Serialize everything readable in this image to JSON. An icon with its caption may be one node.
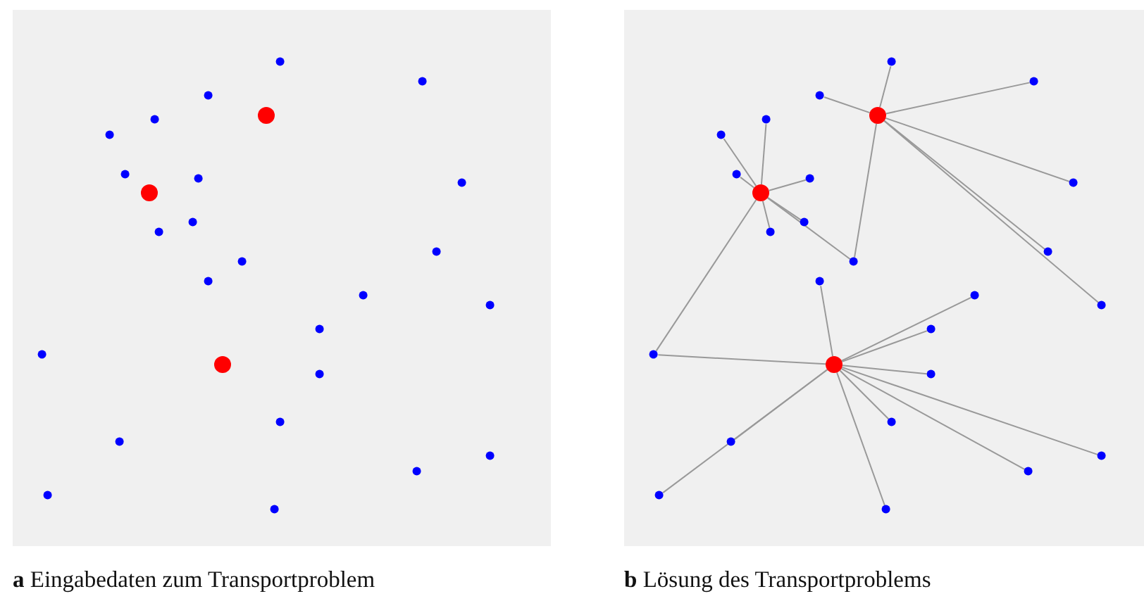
{
  "diagram": {
    "nodes": [
      {
        "text": [
          "**a** Eingabedaten zum Transportproblem"
        ]
      },
      {
        "text": [],
        "shape": "circle",
        "in": 0
      },
      {
        "text": [],
        "shape": "circle",
        "in": 0
      },
      {
        "text": [],
        "shape": "circle",
        "in": 0
      },
      {
        "text": [],
        "shape": "circle",
        "in": 0
      },
      {
        "text": [],
        "shape": "circle",
        "in": 0
      },
      {
        "text": [],
        "shape": "circle",
        "in": 0
      },
      {
        "text": [],
        "shape": "circle",
        "in": 0
      },
      {
        "text": [],
        "shape": "circle",
        "in": 0
      },
      {
        "text": [],
        "shape": "circle",
        "in": 0
      },
      {
        "text": [],
        "shape": "circle",
        "in": 0
      },
      {
        "text": [],
        "shape": "circle",
        "in": 0
      },
      {
        "text": [],
        "shape": "circle",
        "in": 0
      },
      {
        "text": [],
        "shape": "circle",
        "in": 0
      },
      {
        "text": [],
        "shape": "circle",
        "in": 0
      },
      {
        "text": [],
        "shape": "circle",
        "in": 0
      },
      {
        "text": [],
        "shape": "circle",
        "in": 0
      },
      {
        "text": [],
        "shape": "circle",
        "in": 0
      },
      {
        "text": [],
        "shape": "circle",
        "in": 0
      },
      {
        "text": [],
        "shape": "circle",
        "in": 0
      },
      {
        "text": [],
        "shape": "circle",
        "in": 0
      },
      {
        "text": [],
        "shape": "circle",
        "in": 0
      },
      {
        "text": [],
        "shape": "circle",
        "in": 0
      },
      {
        "text": [],
        "shape": "circle",
        "in": 0
      },
      {
        "text": [],
        "shape": "circle",
        "in": 0
      },
      {
        "text": [],
        "shape": "circle",
        "in": 0
      },
      {
        "text": [],
        "shape": "circle",
        "in": 0
      },
      {
        "text": [],
        "shape": "circle",
        "in": 0
      },
      {
        "text": [
          "**b** Lösung des Transportproblems"
        ]
      },
      {
        "text": [],
        "shape": "circle",
        "in": 28
      },
      {
        "text": [],
        "shape": "circle",
        "in": 28
      },
      {
        "text": [],
        "shape": "circle",
        "in": 28
      },
      {
        "text": [],
        "shape": "circle",
        "in": 28
      },
      {
        "text": [],
        "shape": "circle",
        "in": 28
      },
      {
        "text": [],
        "shape": "circle",
        "in": 28
      },
      {
        "text": [],
        "shape": "circle",
        "in": 28
      },
      {
        "text": [],
        "shape": "circle",
        "in": 28
      },
      {
        "text": [],
        "shape": "circle",
        "in": 28
      },
      {
        "text": [],
        "shape": "circle",
        "in": 28
      },
      {
        "text": [],
        "shape": "circle",
        "in": 28
      },
      {
        "text": [],
        "shape": "circle",
        "in": 28
      },
      {
        "text": [],
        "shape": "circle",
        "in": 28
      },
      {
        "text": [],
        "shape": "circle",
        "in": 28
      },
      {
        "text": [],
        "shape": "circle",
        "in": 28
      },
      {
        "text": [],
        "shape": "circle",
        "in": 28
      },
      {
        "text": [],
        "shape": "circle",
        "in": 28
      },
      {
        "text": [],
        "shape": "circle",
        "in": 28
      },
      {
        "text": [],
        "shape": "circle",
        "in": 28
      },
      {
        "text": [],
        "shape": "circle",
        "in": 28
      },
      {
        "text": [],
        "shape": "circle",
        "in": 28
      },
      {
        "text": [],
        "shape": "circle",
        "in": 28
      },
      {
        "text": [],
        "shape": "circle",
        "in": 28
      },
      {
        "text": [],
        "shape": "circle",
        "in": 28
      },
      {
        "text": [],
        "shape": "circle",
        "in": 28
      },
      {
        "text": [],
        "shape": "circle",
        "in": 28
      },
      {
        "text": [],
        "shape": "circle",
        "in": 28
      }
    ],
    "edges": [
      {
        "from": 32,
        "to": 29,
        "arrow": "none"
      },
      {
        "from": 32,
        "to": 31,
        "arrow": "none"
      },
      {
        "from": 32,
        "to": 30,
        "arrow": "none"
      },
      {
        "from": 32,
        "to": 37,
        "arrow": "none"
      },
      {
        "from": 32,
        "to": 41,
        "arrow": "none"
      },
      {
        "from": 32,
        "to": 45,
        "arrow": "none"
      },
      {
        "from": 32,
        "to": 42,
        "arrow": "none"
      },
      {
        "from": 38,
        "to": 34,
        "arrow": "none"
      },
      {
        "from": 38,
        "to": 33,
        "arrow": "none"
      },
      {
        "from": 38,
        "to": 35,
        "arrow": "none"
      },
      {
        "from": 38,
        "to": 36,
        "arrow": "none"
      },
      {
        "from": 38,
        "to": 39,
        "arrow": "none"
      },
      {
        "from": 38,
        "to": 40,
        "arrow": "none"
      },
      {
        "from": 38,
        "to": 42,
        "arrow": "none"
      },
      {
        "from": 38,
        "to": 47,
        "arrow": "none"
      },
      {
        "from": 48,
        "to": 43,
        "arrow": "none"
      },
      {
        "from": 48,
        "to": 44,
        "arrow": "none"
      },
      {
        "from": 48,
        "to": 46,
        "arrow": "none"
      },
      {
        "from": 48,
        "to": 49,
        "arrow": "none"
      },
      {
        "from": 48,
        "to": 50,
        "arrow": "none"
      },
      {
        "from": 48,
        "to": 53,
        "arrow": "none"
      },
      {
        "from": 48,
        "to": 52,
        "arrow": "none"
      },
      {
        "from": 48,
        "to": 55,
        "arrow": "none"
      },
      {
        "from": 48,
        "to": 51,
        "arrow": "none"
      },
      {
        "from": 48,
        "to": 54,
        "arrow": "none"
      },
      {
        "from": 48,
        "to": 47,
        "arrow": "none"
      }
    ]
  }
}
